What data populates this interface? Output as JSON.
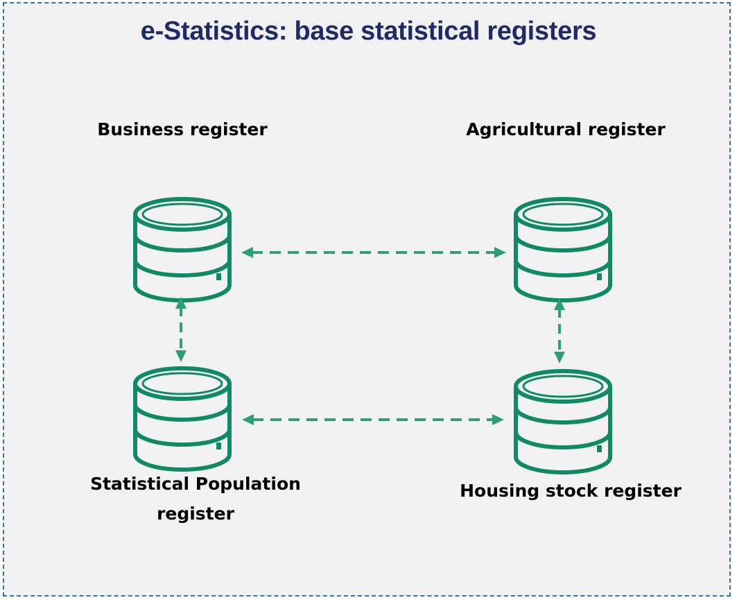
{
  "title": "e-Statistics: base statistical registers",
  "registers": {
    "business": "Business register",
    "agricultural": "Agricultural register",
    "population": "Statistical Population register",
    "housing": "Housing stock register"
  },
  "colors": {
    "title": "#1f2a6b",
    "frame_border": "#2e74b5",
    "frame_fill": "#f2f2f2",
    "database_icon": "#0f8a62",
    "connector": "#2e9e78"
  },
  "connections": [
    {
      "from": "business",
      "to": "agricultural",
      "style": "dashed",
      "arrows": "both"
    },
    {
      "from": "business",
      "to": "population",
      "style": "dashed",
      "arrows": "both"
    },
    {
      "from": "agricultural",
      "to": "housing",
      "style": "dashed",
      "arrows": "both"
    },
    {
      "from": "population",
      "to": "housing",
      "style": "dashed",
      "arrows": "both"
    }
  ],
  "icons": {
    "database": "database-icon"
  }
}
